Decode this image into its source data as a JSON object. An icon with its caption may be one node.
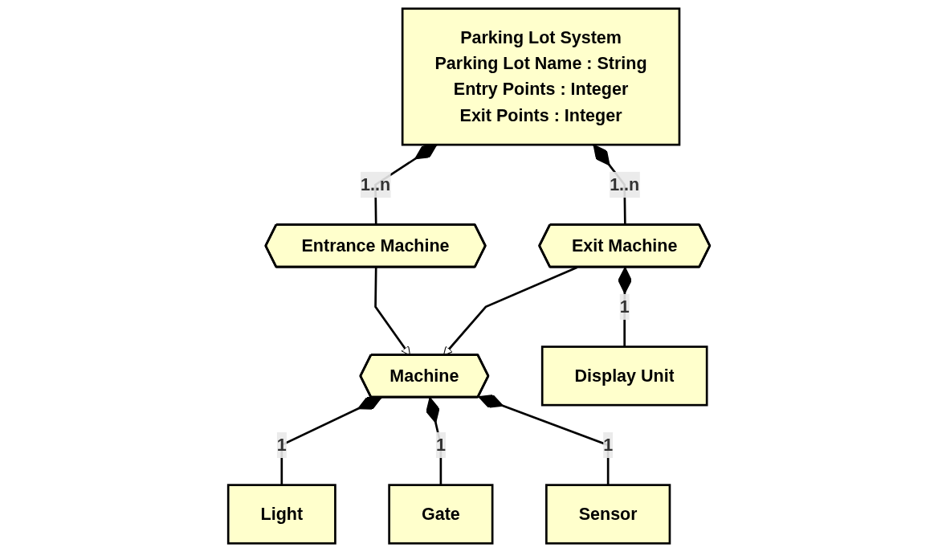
{
  "diagram": {
    "nodes": [
      {
        "text": [
          "Parking Lot System",
          "Parking Lot Name : String",
          "Entry Points : Integer",
          "Exit Points : Integer"
        ]
      },
      {
        "text": [
          "Entrance Machine"
        ]
      },
      {
        "text": [
          "Exit Machine"
        ]
      },
      {
        "text": [
          "Display Unit"
        ]
      },
      {
        "text": [
          "Machine"
        ]
      },
      {
        "text": [
          "Light"
        ]
      },
      {
        "text": [
          "Gate"
        ]
      },
      {
        "text": [
          "Sensor"
        ]
      }
    ],
    "edges": [
      {
        "from": 0,
        "to": 1,
        "arrow": "other",
        "label": "1..n"
      },
      {
        "from": 0,
        "to": 2,
        "arrow": "other",
        "label": "1..n"
      },
      {
        "from": 1,
        "to": 4,
        "arrow": "to"
      },
      {
        "from": 2,
        "to": 4,
        "arrow": "to"
      },
      {
        "from": 2,
        "to": 3,
        "arrow": "other",
        "label": "1"
      },
      {
        "from": 4,
        "to": 5,
        "arrow": "other",
        "label": "1"
      },
      {
        "from": 4,
        "to": 6,
        "arrow": "other",
        "label": "1"
      },
      {
        "from": 4,
        "to": 7,
        "arrow": "other",
        "label": "1"
      }
    ]
  }
}
